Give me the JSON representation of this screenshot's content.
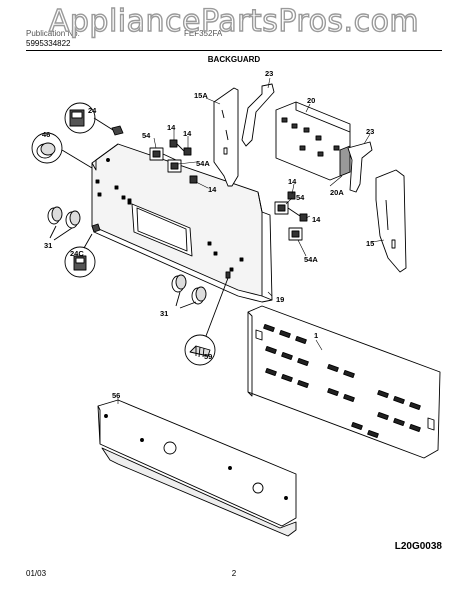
{
  "watermark": "AppliancePartsPros.com",
  "header": {
    "publication_label": "Publication No.",
    "publication_number": "5995334822",
    "model_label": "FEF352FA",
    "section_title": "BACKGUARD"
  },
  "parts": {
    "p23a": "23",
    "p15a": "15A",
    "p20": "20",
    "p24": "24",
    "p14a": "14",
    "p14b": "14",
    "p54a": "54",
    "p46": "46",
    "p54A1": "54A",
    "p14c": "14",
    "p23b": "23",
    "p20A": "20A",
    "p14d": "14",
    "p54b": "54",
    "p14e": "14",
    "p15": "15",
    "p31a": "31",
    "p24C": "24C",
    "p54A2": "54A",
    "p19": "19",
    "p31b": "31",
    "p1": "1",
    "p59": "59",
    "p56": "56"
  },
  "footer": {
    "drawing_code": "L20G0038",
    "date": "01/03",
    "page": "2"
  }
}
